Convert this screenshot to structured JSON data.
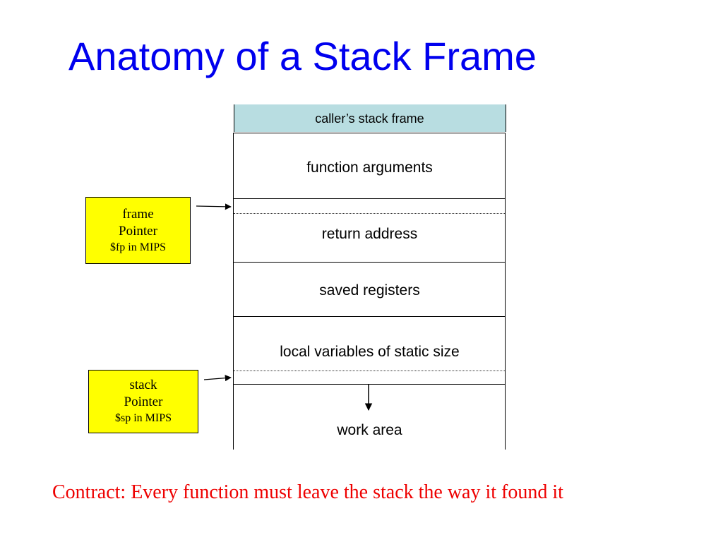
{
  "slide": {
    "title": "Anatomy of a Stack Frame",
    "contract": "Contract: Every function must leave the stack the way it found it"
  },
  "stack": {
    "caller_frame": "caller’s stack frame",
    "function_arguments": "function arguments",
    "return_address": "return address",
    "saved_registers": "saved registers",
    "local_variables": "local variables of static size",
    "work_area": "work area"
  },
  "frame_pointer": {
    "line1": "frame",
    "line2": "Pointer",
    "line3": "$fp in MIPS"
  },
  "stack_pointer": {
    "line1": "stack",
    "line2": "Pointer",
    "line3": "$sp in MIPS"
  },
  "colors": {
    "title": "#0000ee",
    "caller_frame_fill": "#b8dde1",
    "pointer_fill": "#ffff00",
    "contract": "#ee0000"
  }
}
